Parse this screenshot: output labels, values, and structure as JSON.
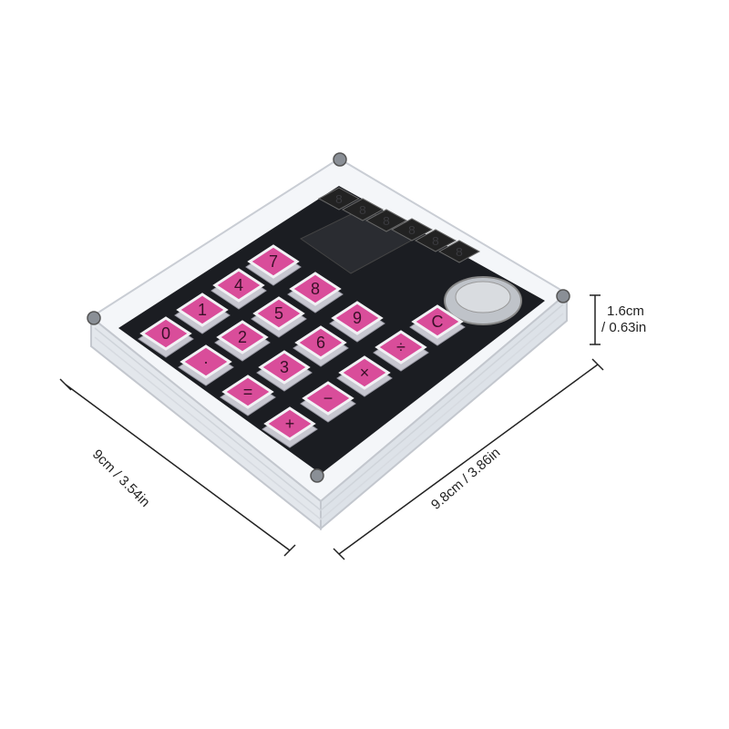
{
  "product": {
    "keys": [
      {
        "label": "7"
      },
      {
        "label": "4"
      },
      {
        "label": "1"
      },
      {
        "label": "0"
      },
      {
        "label": "8"
      },
      {
        "label": "5"
      },
      {
        "label": "2"
      },
      {
        "label": "·"
      },
      {
        "label": "9"
      },
      {
        "label": "6"
      },
      {
        "label": "3"
      },
      {
        "label": "="
      },
      {
        "label": "C"
      },
      {
        "label": "÷"
      },
      {
        "label": "×"
      },
      {
        "label": "−"
      },
      {
        "label": "+"
      }
    ],
    "display": {
      "digits": "888888"
    },
    "colors": {
      "key_face": "#d94d9a",
      "key_border": "#c7c7d0",
      "pcb": "#1b1d22",
      "acrylic": "#eef1f5",
      "led_off": "#3a3a3e"
    }
  },
  "dimensions": {
    "depth": "9cm / 3.54in",
    "width": "9.8cm / 3.86in",
    "height_cm": "1.6cm",
    "height_in": "/ 0.63in"
  }
}
